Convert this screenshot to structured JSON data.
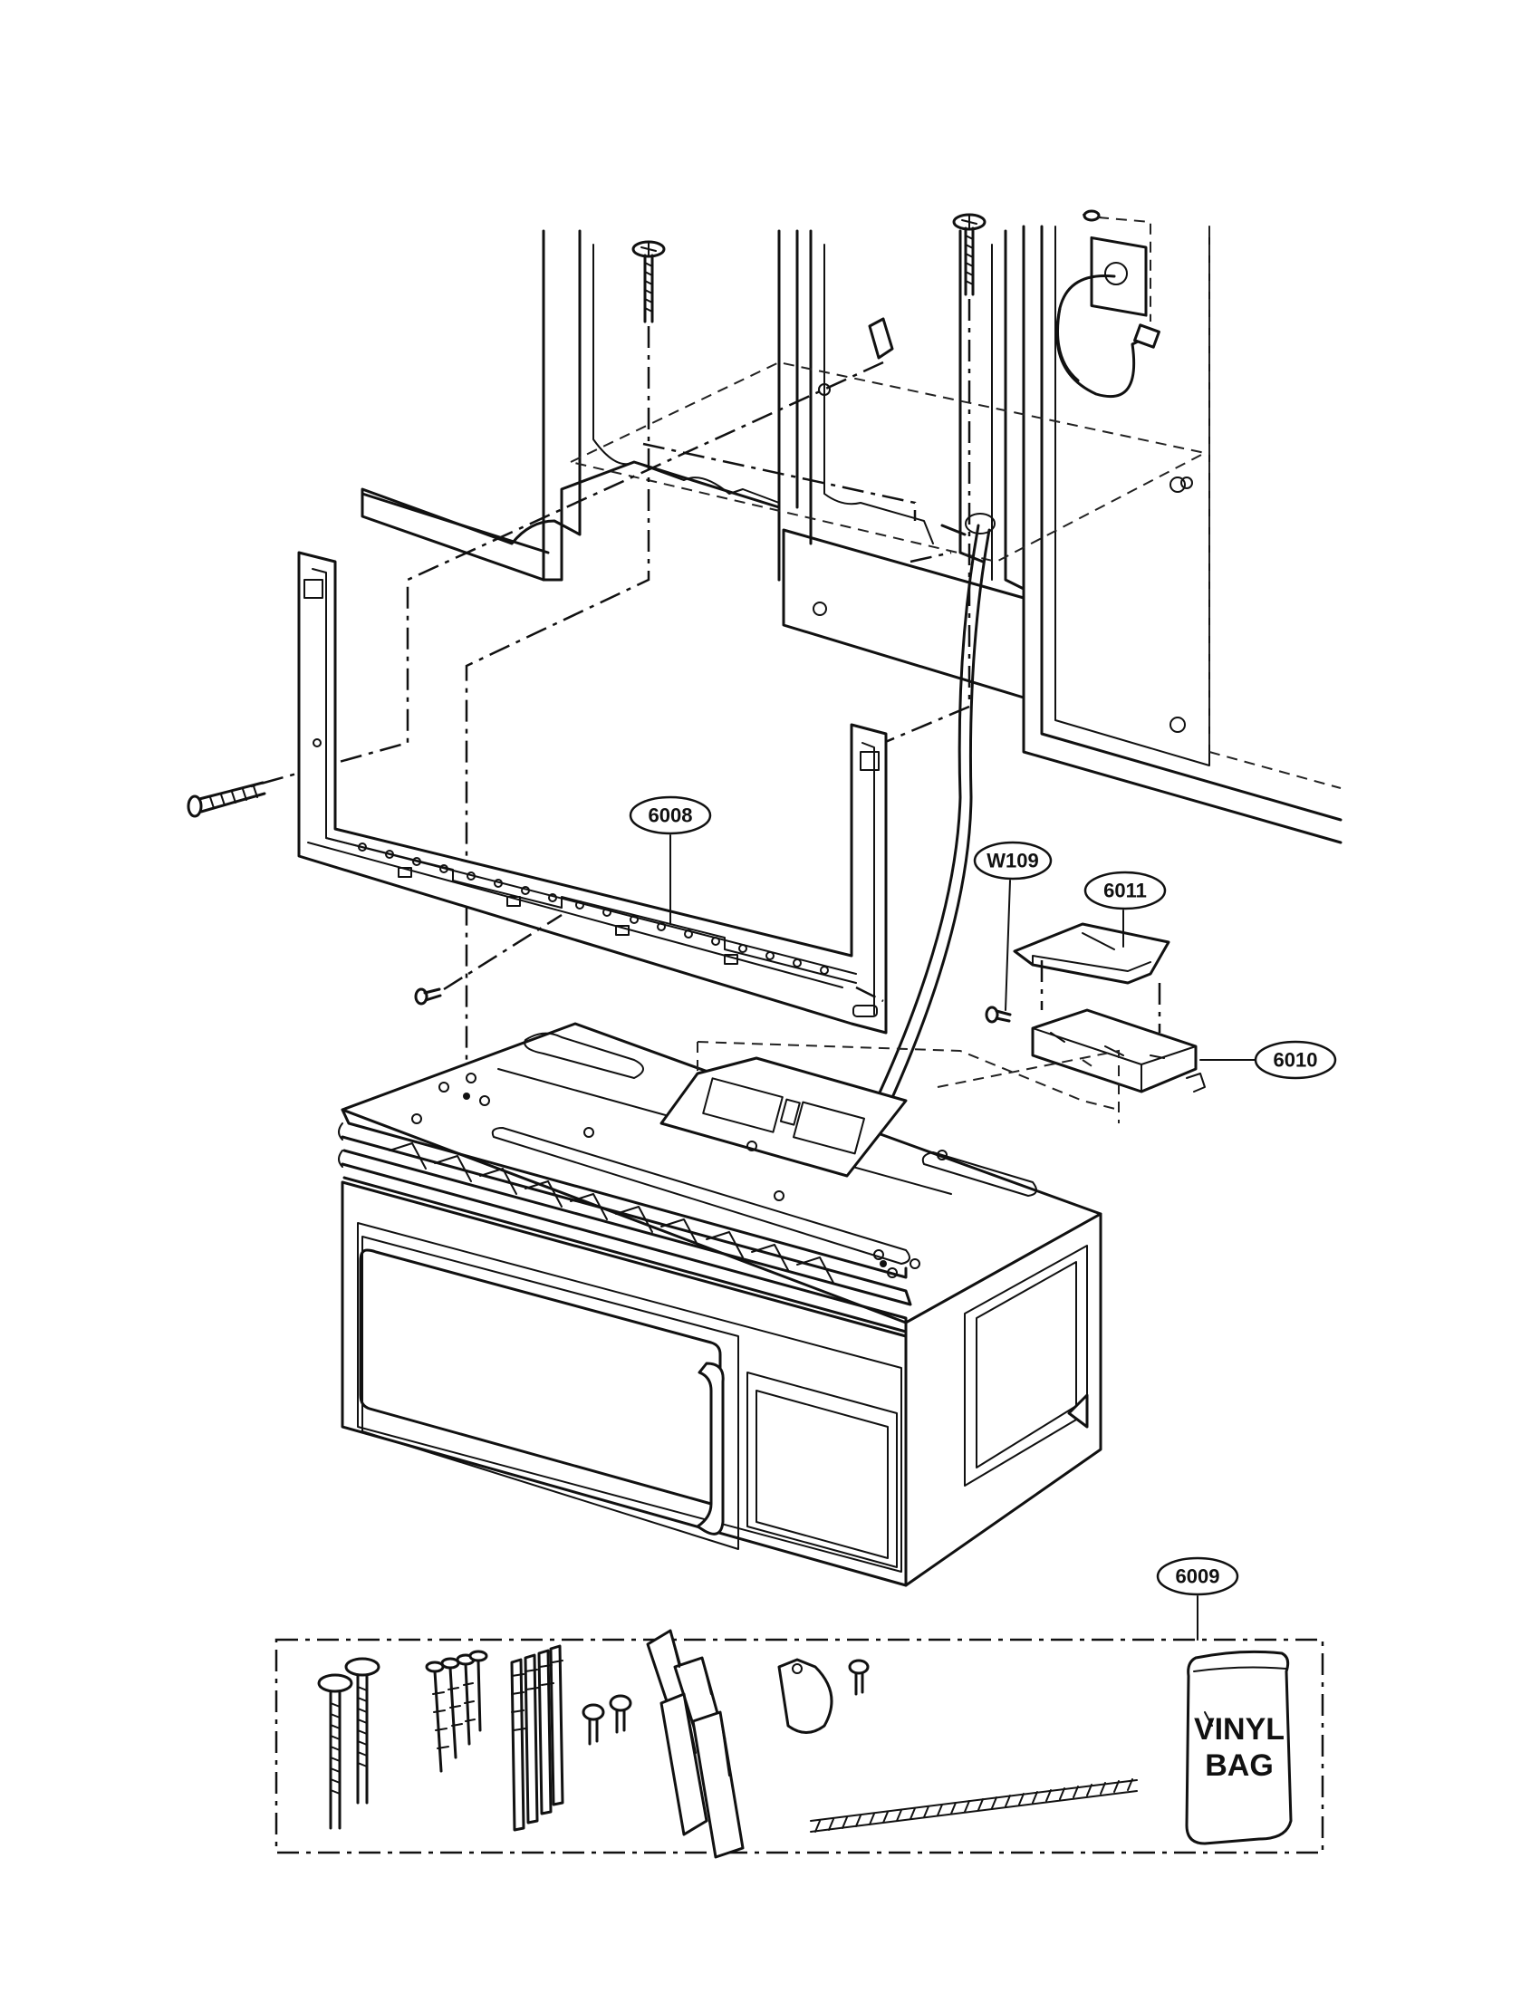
{
  "callouts": {
    "p6008": "6008",
    "w109": "W109",
    "p6011": "6011",
    "p6010": "6010",
    "p6009": "6009"
  },
  "vinyl_bag": {
    "line1": "VINYL",
    "line2": "BAG"
  }
}
